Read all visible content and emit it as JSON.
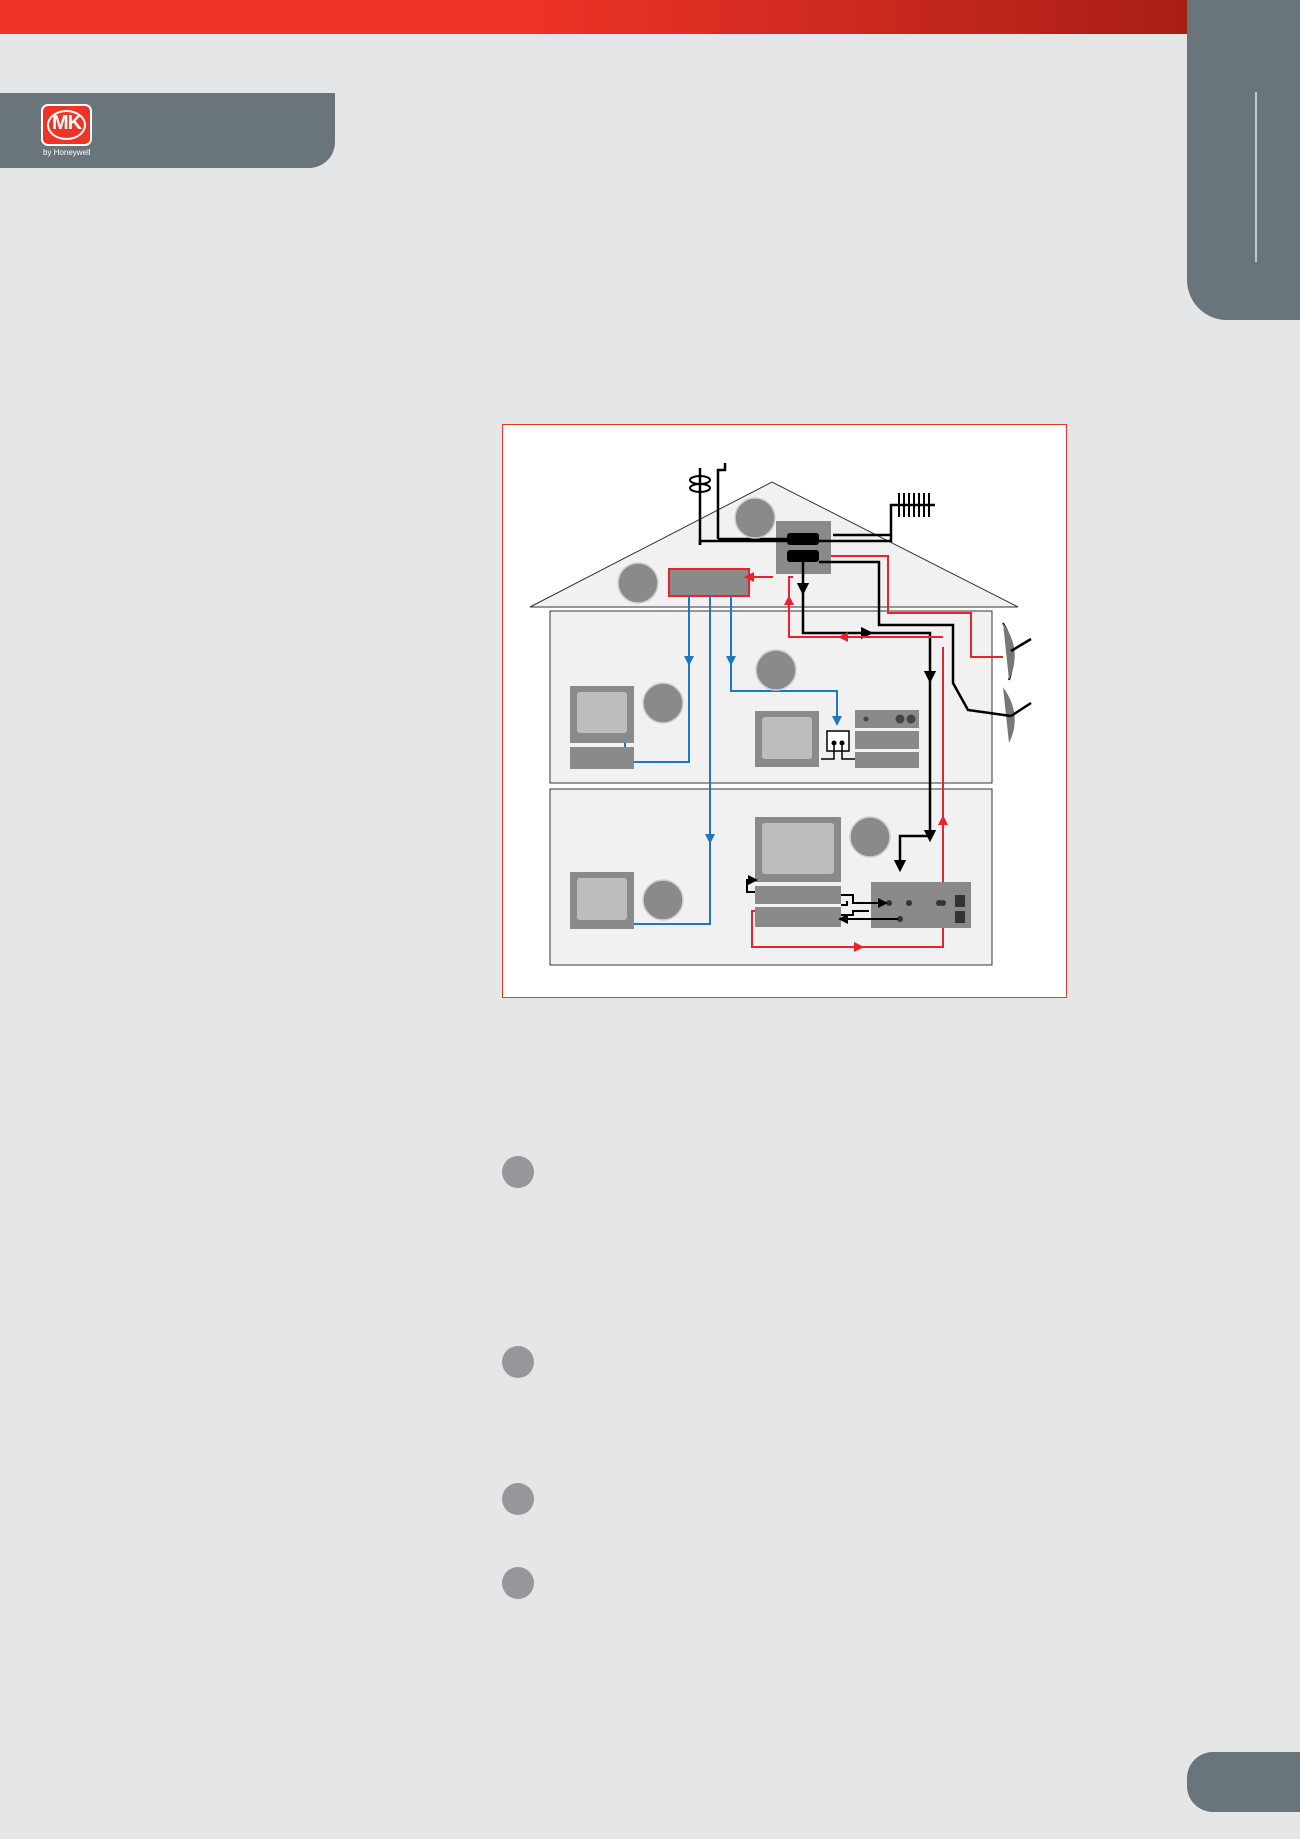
{
  "brand": {
    "logo_text": "MK",
    "logo_subtext": "by Honeywell",
    "accent_color": "#ee3327",
    "panel_color": "#6a747b"
  },
  "diagram": {
    "signal_colors": {
      "primary_feed": "#000000",
      "distribution": "#1d78c4",
      "return_path": "#e8232a"
    },
    "icons": [
      "tv-aerial-icon",
      "fm-aerial-icon",
      "dab-aerial-icon",
      "satellite-dish-icon",
      "television-icon",
      "set-top-box-icon",
      "amplifier-icon",
      "wall-outlet-icon"
    ]
  },
  "bullets": {
    "count": 4,
    "color": "#95979b"
  }
}
